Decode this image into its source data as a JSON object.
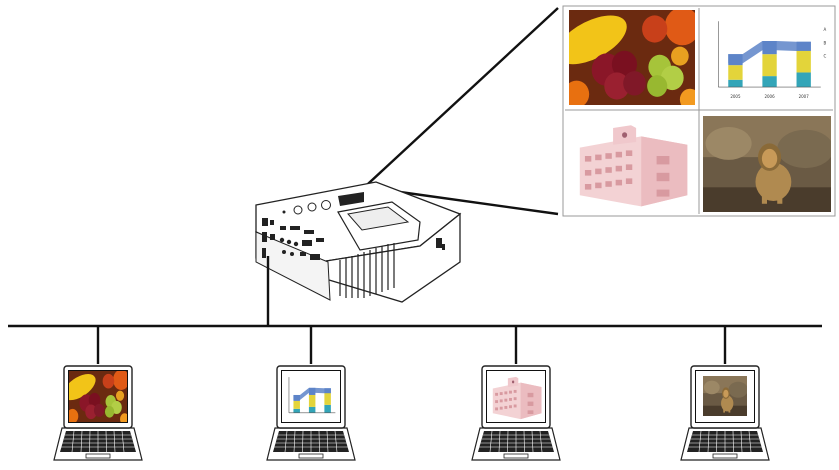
{
  "diagram": {
    "screen_panels": [
      "fruit-photo",
      "bar-chart",
      "building-drawing",
      "lion-photo"
    ],
    "projector": {
      "icon": "projector-icon"
    },
    "network": {
      "computers": 4,
      "icon": "laptop-icon"
    },
    "mini_chart": {
      "type": "bar",
      "categories": [
        "2005",
        "2006",
        "2007"
      ],
      "series_labels": [
        "A",
        "B",
        "C"
      ],
      "stacks": [
        [
          10,
          20,
          15
        ],
        [
          15,
          30,
          18
        ],
        [
          20,
          30,
          12
        ]
      ],
      "colors": [
        "#33a5b8",
        "#e3d43a",
        "#5d84c8"
      ],
      "ylim": [
        0,
        90
      ]
    }
  }
}
